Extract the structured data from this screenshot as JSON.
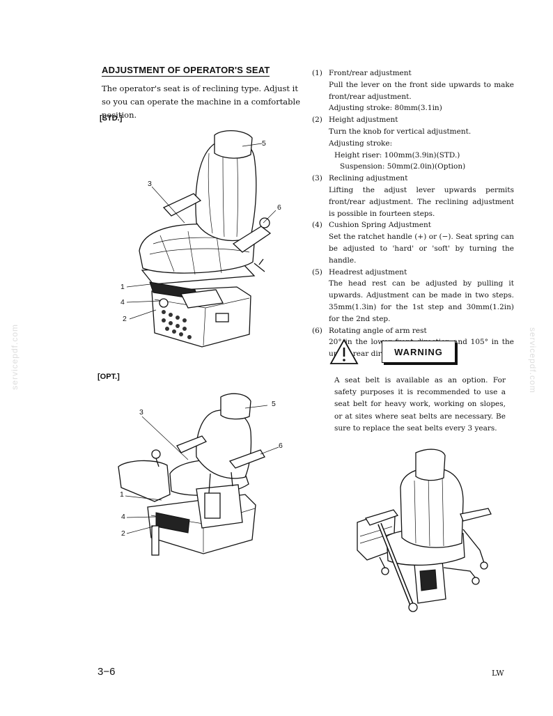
{
  "header": {
    "title": "ADJUSTMENT OF OPERATOR'S SEAT",
    "intro": "The operator's seat is of reclining type. Adjust it so you can operate the machine in a comfortable position."
  },
  "figures": {
    "std_label": "[STD.]",
    "opt_label": "[OPT.]",
    "std_callouts": [
      "1",
      "2",
      "3",
      "4",
      "5",
      "6"
    ],
    "opt_callouts": [
      "1",
      "2",
      "3",
      "4",
      "5",
      "6"
    ]
  },
  "items": [
    {
      "num": "(1)",
      "title": "Front/rear adjustment",
      "text": "Pull the lever on the front side upwards to make front/rear adjustment.",
      "extra": "Adjusting stroke: 80mm(3.1in)"
    },
    {
      "num": "(2)",
      "title": "Height adjustment",
      "text": "Turn the knob for vertical adjustment.",
      "extra": "Adjusting stroke:",
      "lines": [
        "Height riser: 100mm(3.9in)(STD.)",
        "Suspension: 50mm(2.0in)(Option)"
      ]
    },
    {
      "num": "(3)",
      "title": "Reclining adjustment",
      "text": "Lifting the adjust lever upwards permits front/rear adjustment. The reclining adjustment is possible in fourteen steps."
    },
    {
      "num": "(4)",
      "title": "Cushion Spring Adjustment",
      "text": "Set the ratchet handle (+) or (−). Seat spring can be adjusted to 'hard' or 'soft' by turning the handle."
    },
    {
      "num": "(5)",
      "title": "Headrest adjustment",
      "text": "The head rest can be adjusted by pulling it upwards. Adjustment can be made in two steps. 35mm(1.3in) for the 1st step and 30mm(1.2in) for the 2nd step."
    },
    {
      "num": "(6)",
      "title": "Rotating angle of arm rest",
      "text": "20° in the lower front direction and 105° in the upper rear direction."
    }
  ],
  "warning": {
    "label": "WARNING",
    "text": "A seat belt is available as an option. For safety purposes it is recommended to use a seat belt for heavy work, working on slopes, or at sites where seat belts are necessary. Be sure to replace the seat belts every 3 years."
  },
  "watermark": "servicepdf.com",
  "footer": {
    "page": "3−6",
    "code": "LW"
  }
}
